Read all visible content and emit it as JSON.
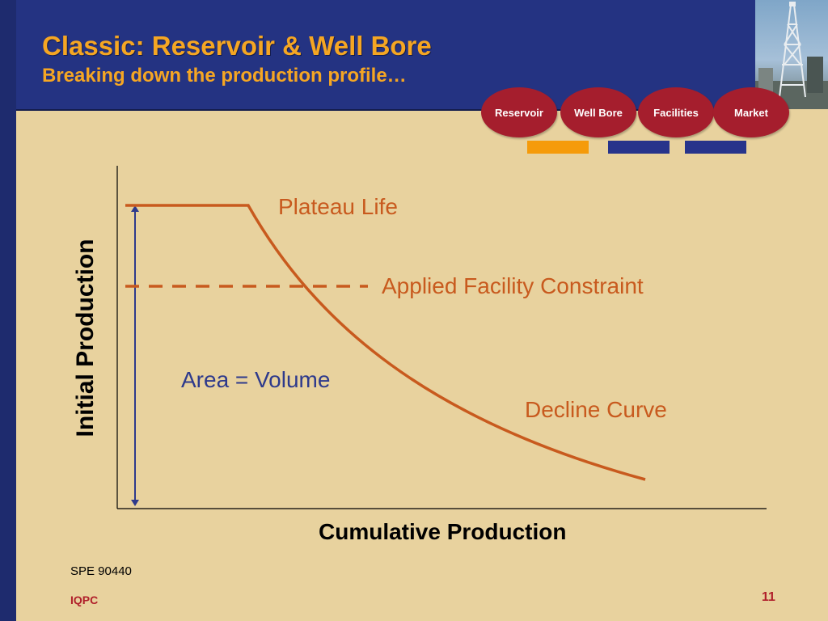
{
  "slide": {
    "title": "Classic: Reservoir & Well Bore",
    "subtitle": "Breaking down the production profile…",
    "footnote": "SPE 90440",
    "brand": "IQPC",
    "page_number": "11"
  },
  "nav": {
    "items": [
      {
        "label": "Reservoir",
        "active": true
      },
      {
        "label": "Well Bore",
        "active": false
      },
      {
        "label": "Facilities",
        "active": false
      },
      {
        "label": "Market",
        "active": false
      }
    ]
  },
  "diagram": {
    "ylabel": "Initial Production",
    "xlabel": "Cumulative Production",
    "labels": {
      "plateau": "Plateau Life",
      "constraint": "Applied Facility Constraint",
      "area": "Area = Volume",
      "decline": "Decline Curve"
    }
  },
  "colors": {
    "background": "#e8d29e",
    "header": "#243382",
    "title": "#f5a623",
    "curve": "#c85a1e",
    "area_text": "#2e3a8c",
    "pill": "#a51e2d",
    "active_bar": "#f59b0a",
    "inactive_bar": "#27348b"
  }
}
